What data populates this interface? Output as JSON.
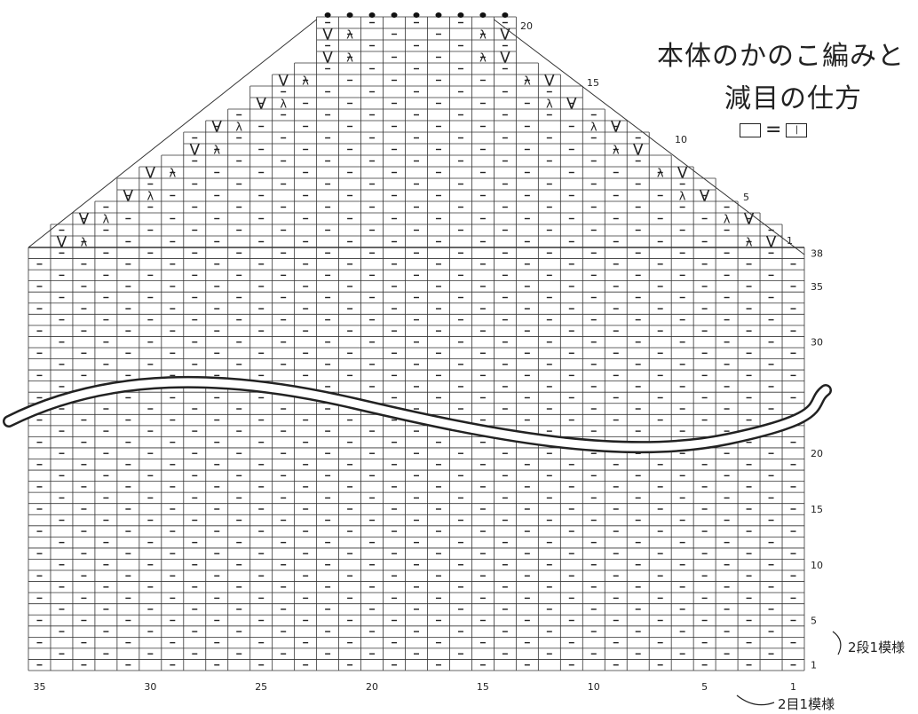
{
  "title": {
    "line1": "本体のかのこ編みと",
    "line2": "減目の仕方"
  },
  "legend": {
    "equals": "=",
    "stitch_symbol": "|"
  },
  "notes": {
    "row_repeat": "2段1模様",
    "stitch_repeat": "2目1模様"
  },
  "chart_data": {
    "type": "knitting-chart",
    "stitch_numbers": [
      "35",
      "30",
      "25",
      "20",
      "15",
      "10",
      "5",
      "1"
    ],
    "body_row_numbers": [
      "38",
      "35",
      "30",
      "20",
      "15",
      "10",
      "5",
      "1"
    ],
    "yoke_row_numbers": [
      "20",
      "15",
      "10",
      "5",
      "1"
    ],
    "body_rows": 38,
    "body_stitches": 35,
    "yoke_rows": 20,
    "pattern": "seed stitch (かのこ編み)",
    "decrease_symbols": [
      "V",
      "λ"
    ],
    "bind_off_symbol": "●"
  }
}
